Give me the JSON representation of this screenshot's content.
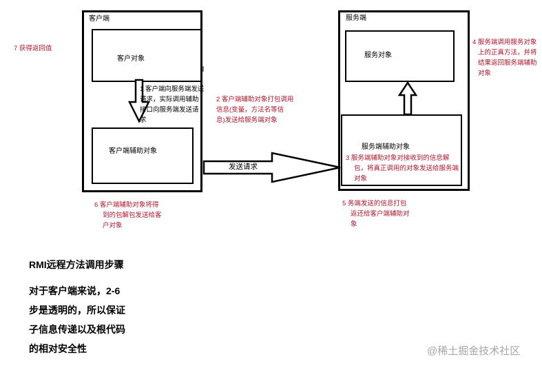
{
  "client": {
    "title": "客户端",
    "object_label": "客户对象",
    "helper_label": "客户端辅助对象"
  },
  "server": {
    "title": "服务端",
    "object_label": "服务对象",
    "helper_label": "服务端辅助对象"
  },
  "arrow_label": "发送请求",
  "steps": {
    "s1": [
      "1 客户端向服务端发送",
      "请求，实际调用辅助",
      "接口向服务端发送请",
      "求"
    ],
    "s2": [
      "2 客户端辅助对象打包调用",
      "信息(变量，方法名等信",
      "息)发送给服务端对象"
    ],
    "s3": [
      "3 服务端辅助对象对接收到的信息解",
      "包，将真正调用的对象发送给服务端",
      "对象"
    ],
    "s4": [
      "4 服务端调用服务对象",
      "上的正真方法，并将",
      "结果返回服务端辅助",
      "对象"
    ],
    "s5": [
      "5 务端发送的信息打包",
      "返还给客户端辅助对",
      "象"
    ],
    "s6": [
      "6 客户端辅助对象将得",
      "到的包解包发送给客",
      "户对象"
    ],
    "s7": "7 获得返回值"
  },
  "summary": {
    "title": "RMI远程方法调用步骤",
    "lines": [
      "对于客户端来说，2-6",
      "步是透明的，所以保证",
      "子信息传递以及根代码",
      "的相对安全性"
    ]
  },
  "watermark": "@稀土掘金技术社区",
  "colors": {
    "note": "#b0162b",
    "line": "#000000",
    "watermark": "#a6a6a6"
  }
}
